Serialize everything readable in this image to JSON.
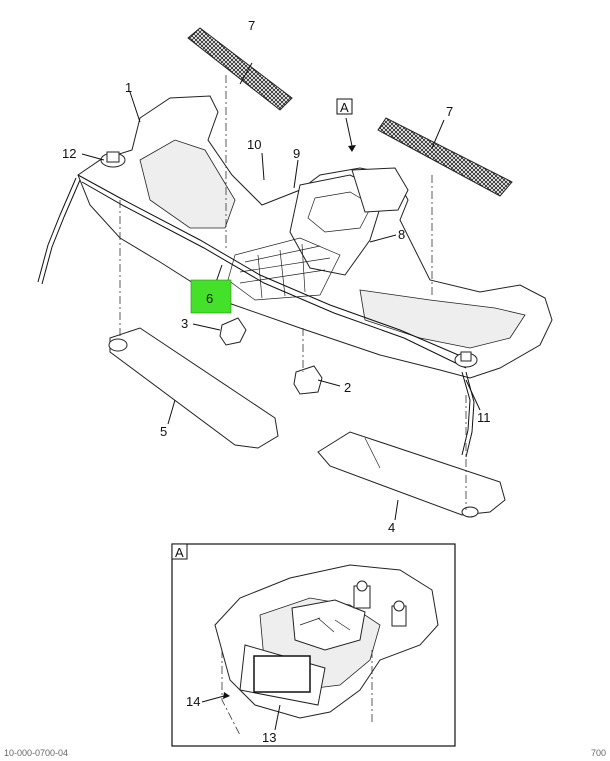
{
  "diagram": {
    "callouts": {
      "c1": "1",
      "c2": "2",
      "c3": "3",
      "c4": "4",
      "c5": "5",
      "c6": "6",
      "c7a": "7",
      "c7b": "7",
      "c8": "8",
      "c9": "9",
      "c10": "10",
      "c11": "11",
      "c12": "12",
      "c13": "13",
      "c14": "14"
    },
    "view_label_main": "A",
    "view_label_detail": "A",
    "highlight_color": "#44e02a"
  },
  "footer": {
    "left": "10-000-0700-04",
    "right": "700"
  }
}
